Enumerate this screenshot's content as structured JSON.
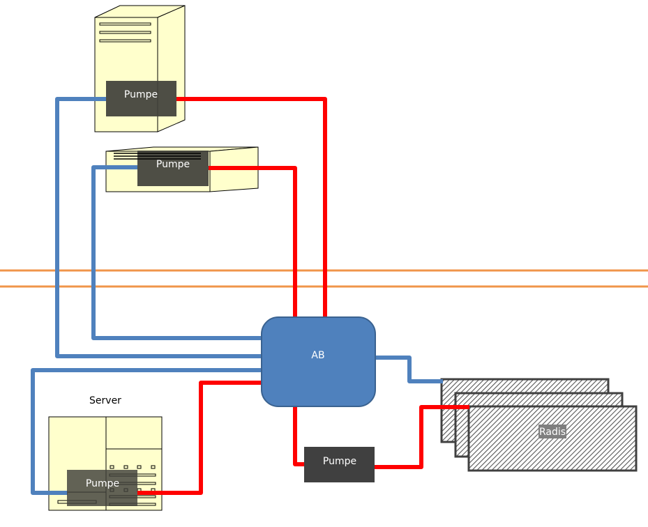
{
  "colors": {
    "supply": "#ff0000",
    "return": "#4f81bd",
    "divider": "#f0954a",
    "device_fill": "#ffffcc",
    "pump_fill": "#3f3f3a",
    "hub_fill": "#4f81bd",
    "hub_stroke": "#3a6290",
    "radiator_stroke": "#404040"
  },
  "devices": {
    "tower": {
      "pump_label": "Pumpe"
    },
    "desktop": {
      "pump_label": "Pumpe"
    },
    "server": {
      "title": "Server",
      "pump_label": "Pumpe"
    }
  },
  "hub": {
    "label": "AB"
  },
  "main_pump": {
    "label": "Pumpe"
  },
  "radiator": {
    "label": "Radis",
    "panel_count": 3
  }
}
